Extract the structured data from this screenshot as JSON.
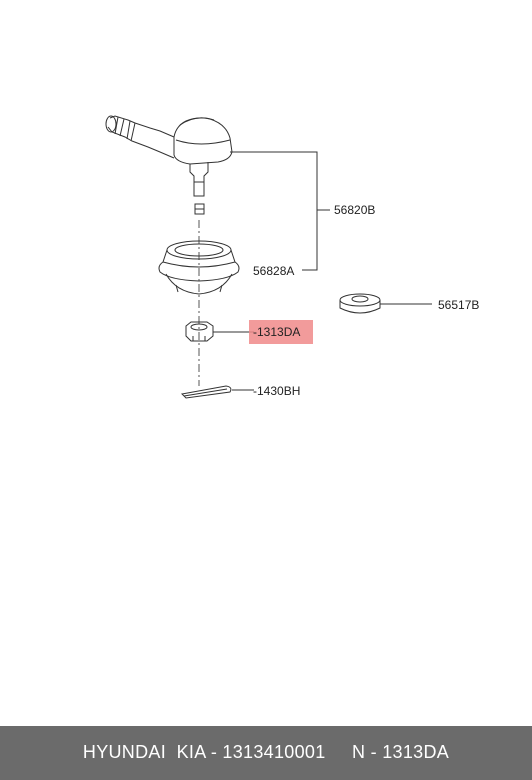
{
  "labels": {
    "tie_rod_end": "56820B",
    "boot": "56828A",
    "seal": "56517B",
    "nut": "-1313DA",
    "cotter_pin": "-1430BH"
  },
  "highlight_color": "#f08a8a",
  "footer": {
    "text": "HYUNDAI  KIA - 1313410001     N - 1313DA",
    "background": "#6b6b6b"
  }
}
